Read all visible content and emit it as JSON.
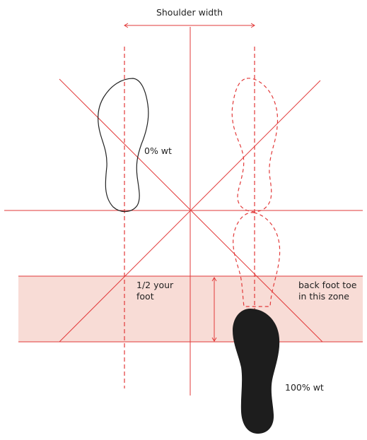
{
  "labels": {
    "shoulder_width": "Shoulder width",
    "zero_wt": "0% wt",
    "half_foot_line1": "1/2 your",
    "half_foot_line2": "foot",
    "back_toe_line1": "back foot toe",
    "back_toe_line2": "in this zone",
    "hundred_wt": "100% wt"
  },
  "colors": {
    "line": "#e23a3a",
    "zone_fill": "#f8dcd6",
    "solid_foot": "#1d1d1d",
    "outline_foot": "#222222",
    "text": "#222222"
  }
}
